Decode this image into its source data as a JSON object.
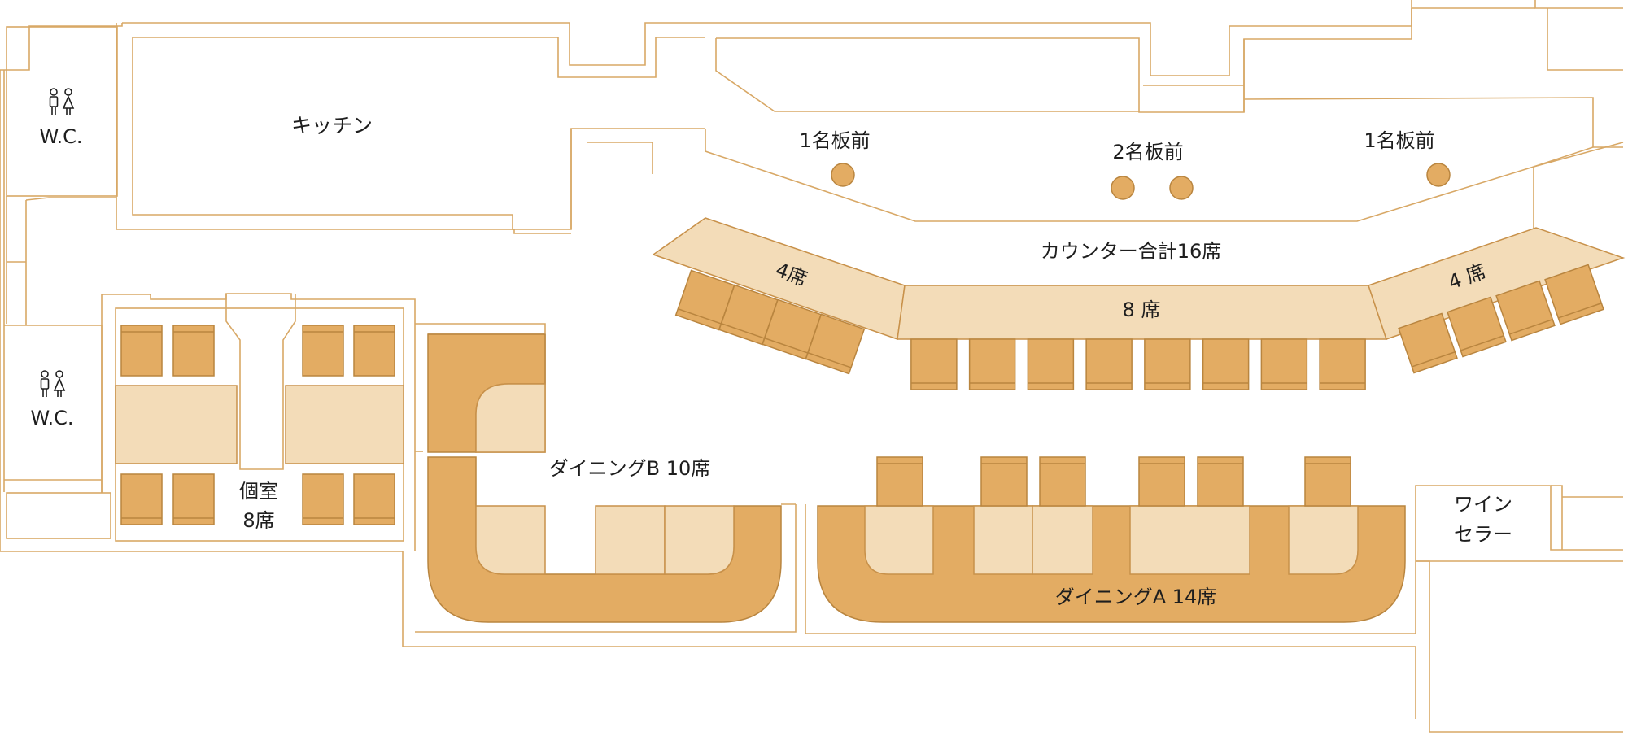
{
  "colors": {
    "wall": "#d8a866",
    "seat_fill": "#e3ac63",
    "seat_stroke": "#b9853f",
    "table_fill": "#f3dcb8",
    "text": "#1e1e1e"
  },
  "icons": {
    "restroom": "restroom-icon",
    "stool": "stool-icon"
  },
  "rooms": {
    "wc_top": "W.C.",
    "wc_bottom": "W.C.",
    "kitchen": "キッチン",
    "private_room": {
      "line1": "個室",
      "line2": "8席"
    },
    "wine_cellar": {
      "line1": "ワイン",
      "line2": "セラー"
    }
  },
  "counter": {
    "chef_positions": [
      {
        "label": "1名板前",
        "stools": 1
      },
      {
        "label": "2名板前",
        "stools": 2
      },
      {
        "label": "1名板前",
        "stools": 1
      }
    ],
    "total": "カウンター合計16席",
    "sections": [
      {
        "label": "4席",
        "seats": 4
      },
      {
        "label": "8 席",
        "seats": 8
      },
      {
        "label": "4 席",
        "seats": 4
      }
    ]
  },
  "dining_b": {
    "label": "ダイニングB 10席"
  },
  "dining_a": {
    "label": "ダイニングA 14席"
  }
}
